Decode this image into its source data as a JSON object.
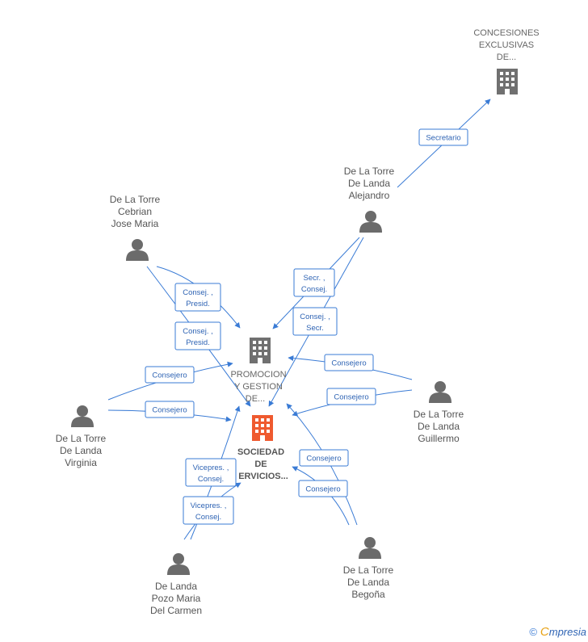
{
  "colors": {
    "edge": "#3a7bd5",
    "edge_text": "#2f64b4",
    "person_icon": "#6b6b6b",
    "company_icon": "#707070",
    "main_company_icon": "#ef5a2f",
    "label": "#555555"
  },
  "companies": [
    {
      "id": "concesiones",
      "lines": [
        "CONCESIONES",
        "EXCLUSIVAS",
        "DE..."
      ],
      "main": false
    },
    {
      "id": "promocion",
      "lines": [
        "PROMOCION",
        "Y GESTION",
        "DE..."
      ],
      "main": false
    },
    {
      "id": "sociedad",
      "lines": [
        "SOCIEDAD",
        "DE",
        "ERVICIOS..."
      ],
      "main": true
    }
  ],
  "people": [
    {
      "id": "alejandro",
      "lines": [
        "De La Torre",
        "De Landa",
        "Alejandro"
      ]
    },
    {
      "id": "cebrian",
      "lines": [
        "De La Torre",
        "Cebrian",
        "Jose Maria"
      ]
    },
    {
      "id": "virginia",
      "lines": [
        "De La Torre",
        "De Landa",
        "Virginia"
      ]
    },
    {
      "id": "guillermo",
      "lines": [
        "De La Torre",
        "De Landa",
        "Guillermo"
      ]
    },
    {
      "id": "pozo",
      "lines": [
        "De Landa",
        "Pozo Maria",
        "Del Carmen"
      ]
    },
    {
      "id": "begona",
      "lines": [
        "De La Torre",
        "De Landa",
        "Begoña"
      ]
    }
  ],
  "edge_labels": [
    {
      "id": "alejandro-concesiones",
      "lines": [
        "Secretario"
      ]
    },
    {
      "id": "alejandro-promocion",
      "lines": [
        "Secr. ,",
        "Consej."
      ]
    },
    {
      "id": "alejandro-sociedad",
      "lines": [
        "Consej. ,",
        "Secr."
      ]
    },
    {
      "id": "cebrian-promocion",
      "lines": [
        "Consej. ,",
        "Presid."
      ]
    },
    {
      "id": "cebrian-sociedad",
      "lines": [
        "Consej. ,",
        "Presid."
      ]
    },
    {
      "id": "virginia-promocion",
      "lines": [
        "Consejero"
      ]
    },
    {
      "id": "virginia-sociedad",
      "lines": [
        "Consejero"
      ]
    },
    {
      "id": "guillermo-promocion",
      "lines": [
        "Consejero"
      ]
    },
    {
      "id": "guillermo-sociedad",
      "lines": [
        "Consejero"
      ]
    },
    {
      "id": "pozo-sociedad",
      "lines": [
        "Vicepres. ,",
        "Consej."
      ]
    },
    {
      "id": "pozo-promocion",
      "lines": [
        "Vicepres. ,",
        "Consej."
      ]
    },
    {
      "id": "begona-sociedad",
      "lines": [
        "Consejero"
      ]
    },
    {
      "id": "begona-promocion",
      "lines": [
        "Consejero"
      ]
    }
  ],
  "footer": {
    "copyright": "©",
    "brand_initial": "C",
    "brand_rest": "mpresia"
  }
}
